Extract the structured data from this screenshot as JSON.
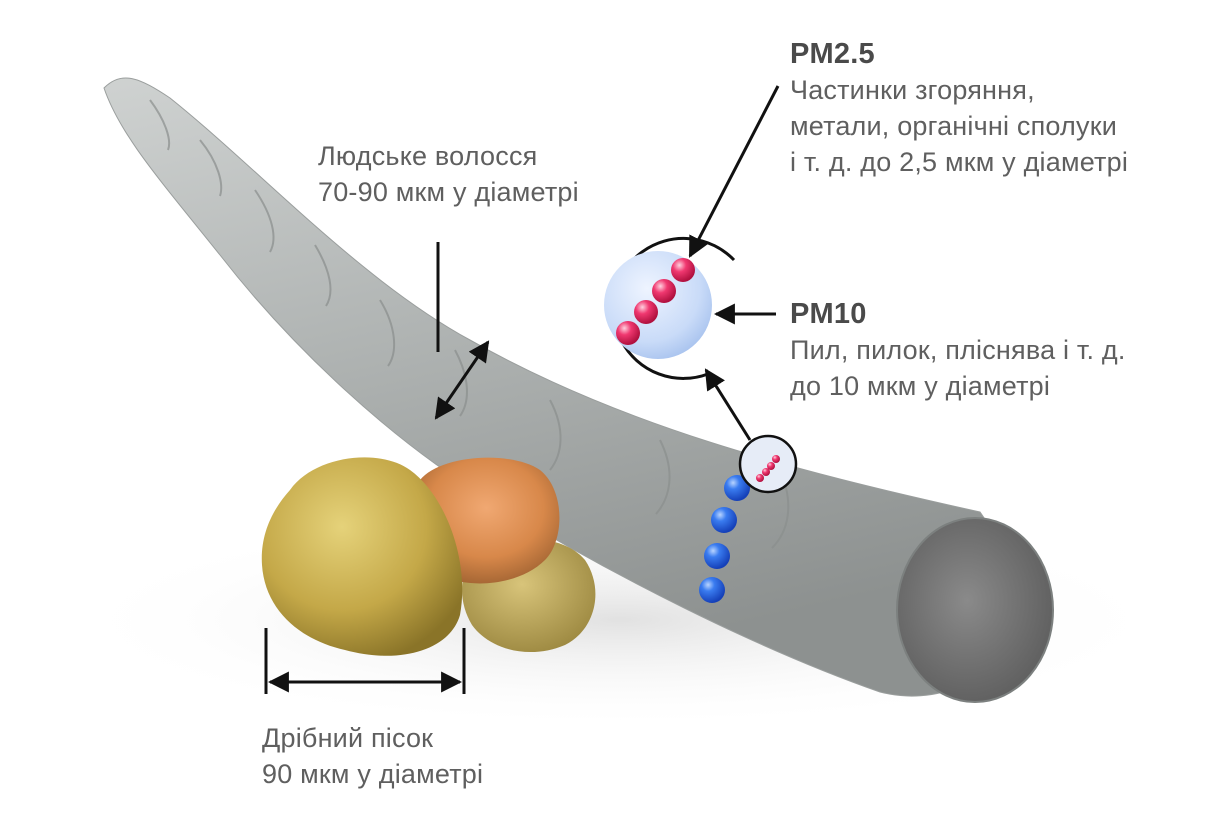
{
  "hair": {
    "line1": "Людське волосся",
    "line2": "70-90 мкм у діаметрі"
  },
  "sand": {
    "line1": "Дрібний пісок",
    "line2": "90 мкм у діаметрі"
  },
  "pm25": {
    "title": "PM2.5",
    "line1": "Частинки згоряння,",
    "line2": "метали, органічні сполуки",
    "line3": "і т. д. до 2,5 мкм у діаметрі"
  },
  "pm10": {
    "title": "PM10",
    "line1": "Пил, пилок, пліснява і т. д.",
    "line2": "до 10 мкм у діаметрі"
  },
  "colors": {
    "text": "#5f5f5f",
    "hair": "#aeb2b1",
    "pm10_particles": "#1f5fe0",
    "pm25_particles": "#e0245e"
  }
}
